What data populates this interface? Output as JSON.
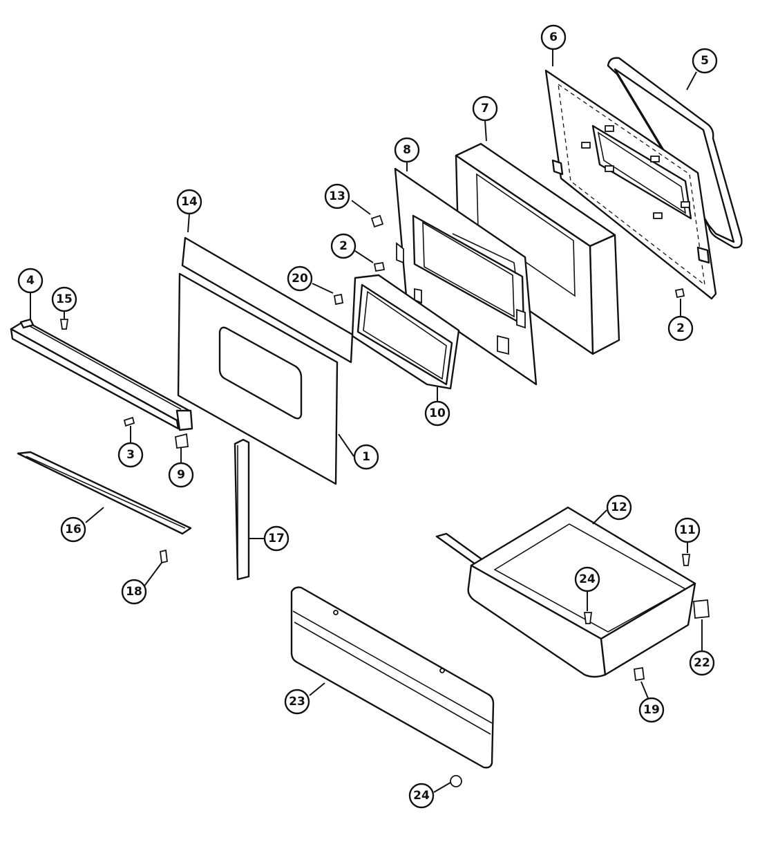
{
  "callouts": [
    {
      "id": "c1",
      "label": "1"
    },
    {
      "id": "c2a",
      "label": "2"
    },
    {
      "id": "c2b",
      "label": "2"
    },
    {
      "id": "c3",
      "label": "3"
    },
    {
      "id": "c4",
      "label": "4"
    },
    {
      "id": "c5",
      "label": "5"
    },
    {
      "id": "c6",
      "label": "6"
    },
    {
      "id": "c7",
      "label": "7"
    },
    {
      "id": "c8",
      "label": "8"
    },
    {
      "id": "c9",
      "label": "9"
    },
    {
      "id": "c10",
      "label": "10"
    },
    {
      "id": "c11",
      "label": "11"
    },
    {
      "id": "c12",
      "label": "12"
    },
    {
      "id": "c13",
      "label": "13"
    },
    {
      "id": "c14",
      "label": "14"
    },
    {
      "id": "c15",
      "label": "15"
    },
    {
      "id": "c16",
      "label": "16"
    },
    {
      "id": "c17",
      "label": "17"
    },
    {
      "id": "c18",
      "label": "18"
    },
    {
      "id": "c19",
      "label": "19"
    },
    {
      "id": "c20",
      "label": "20"
    },
    {
      "id": "c22",
      "label": "22"
    },
    {
      "id": "c23",
      "label": "23"
    },
    {
      "id": "c24a",
      "label": "24"
    },
    {
      "id": "c24b",
      "label": "24"
    }
  ]
}
